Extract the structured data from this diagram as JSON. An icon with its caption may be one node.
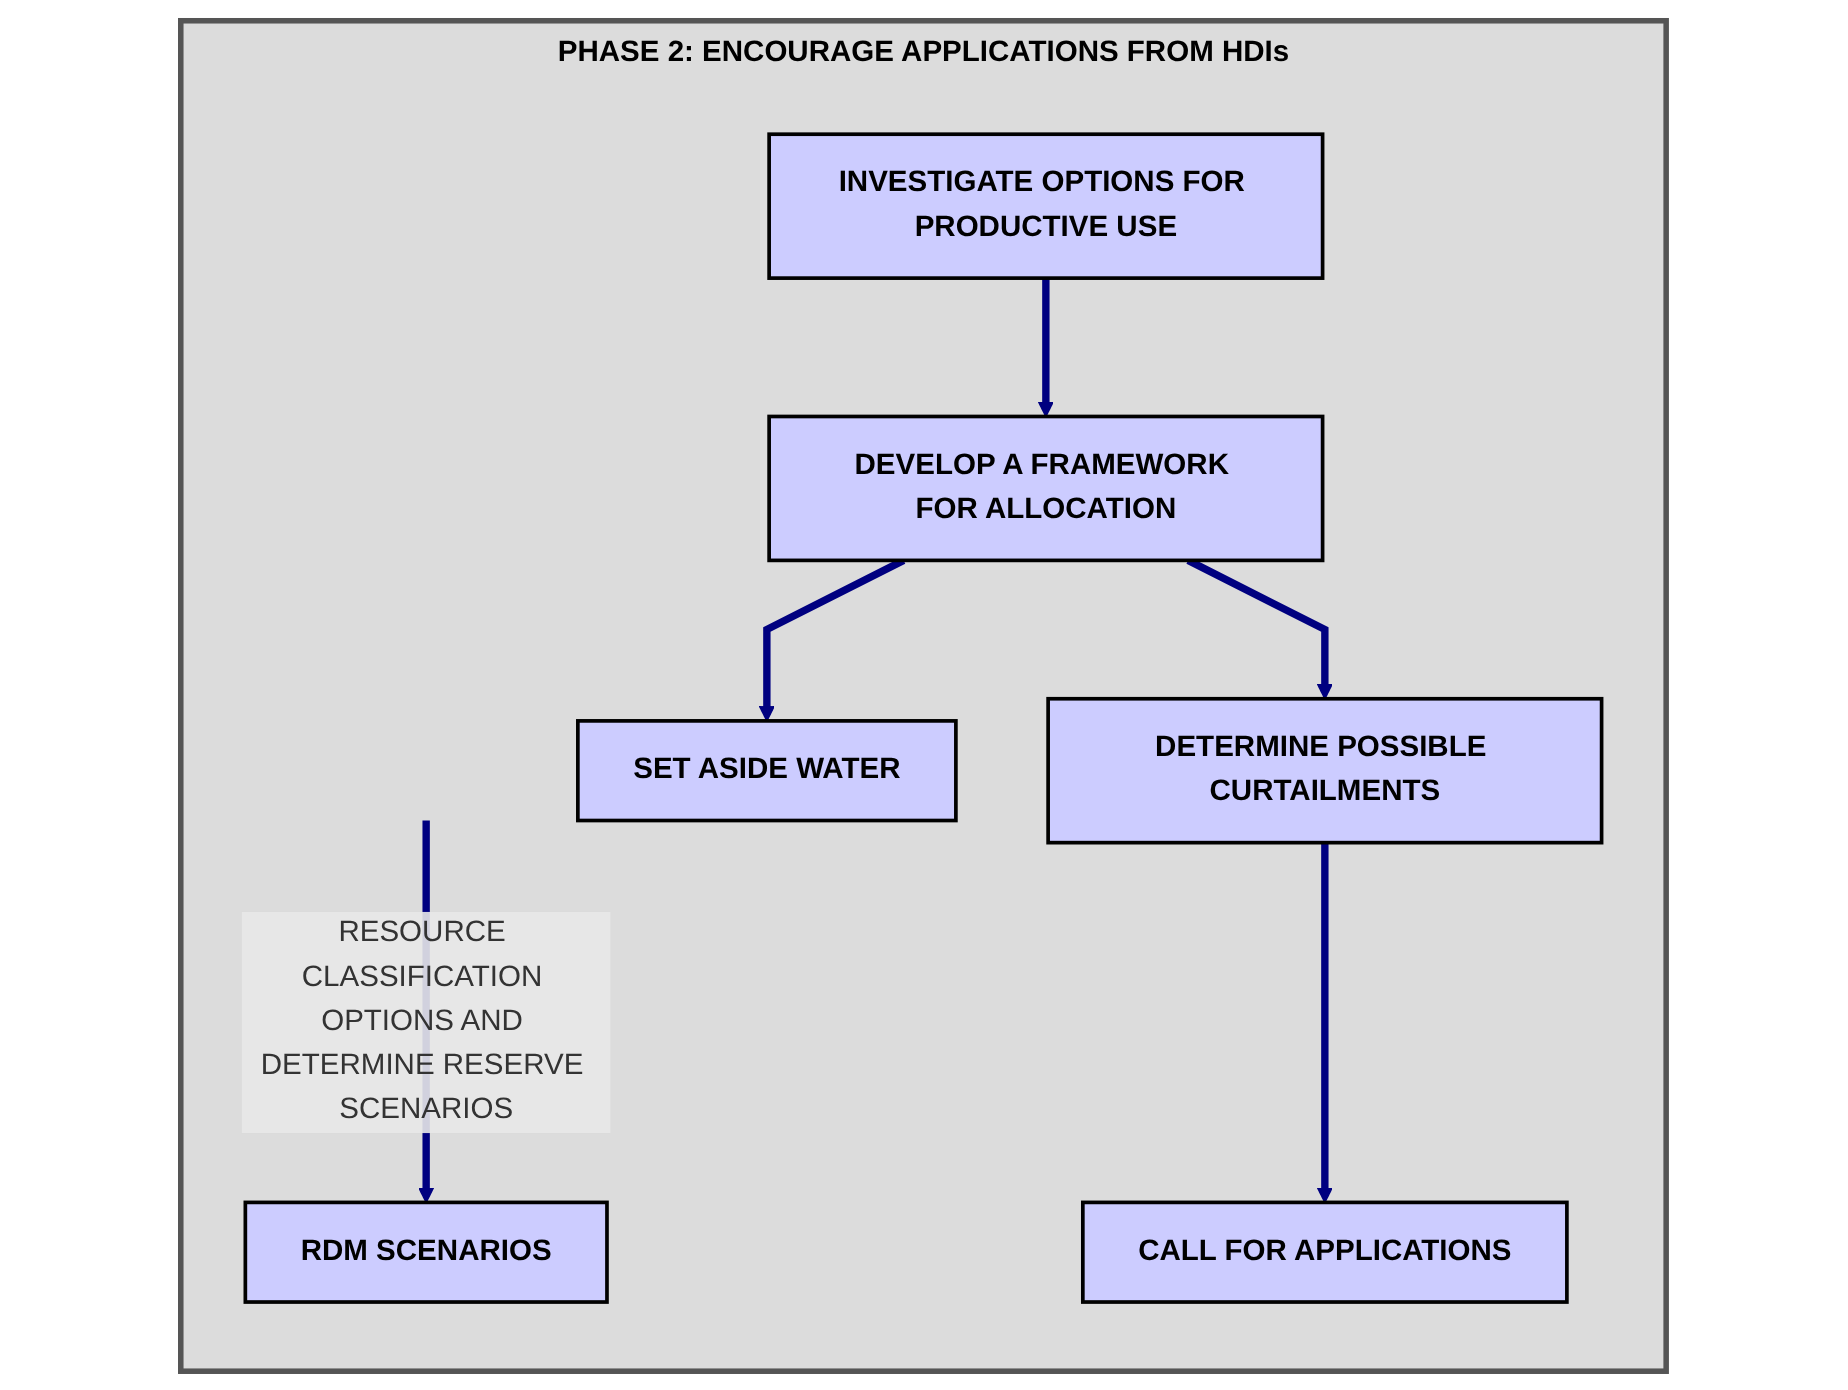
{
  "diagram": {
    "nodes": [
      {
        "text": [
          "PHASE 2: ENCOURAGE APPLICATIONS FROM HDIs"
        ]
      },
      {
        "text": [
          "RDM SCENARIOS"
        ],
        "in": 0
      },
      {
        "text": [
          "INVESTIGATE OPTIONS FOR PRODUCTIVE USE"
        ],
        "in": 0
      },
      {
        "text": [
          "DEVELOP A FRAMEWORK FOR ALLOCATION"
        ],
        "in": 0
      },
      {
        "text": [
          "SET ASIDE WATER"
        ],
        "in": 0
      },
      {
        "text": [
          "DETERMINE POSSIBLE CURTAILMENTS"
        ],
        "in": 0
      },
      {
        "text": [
          "CALL FOR APPLICATIONS"
        ],
        "in": 0
      }
    ],
    "edges": [
      {
        "from": null,
        "to": 1,
        "arrow": "to",
        "label": "RESOURCE CLASSIFICATION OPTIONS AND DETERMINE RESERVE SCENARIOS"
      },
      {
        "from": 2,
        "to": 3,
        "arrow": "to"
      },
      {
        "from": 3,
        "to": 4,
        "arrow": "to"
      },
      {
        "from": 3,
        "to": 5,
        "arrow": "to"
      },
      {
        "from": 5,
        "to": 6,
        "arrow": "to"
      }
    ]
  }
}
